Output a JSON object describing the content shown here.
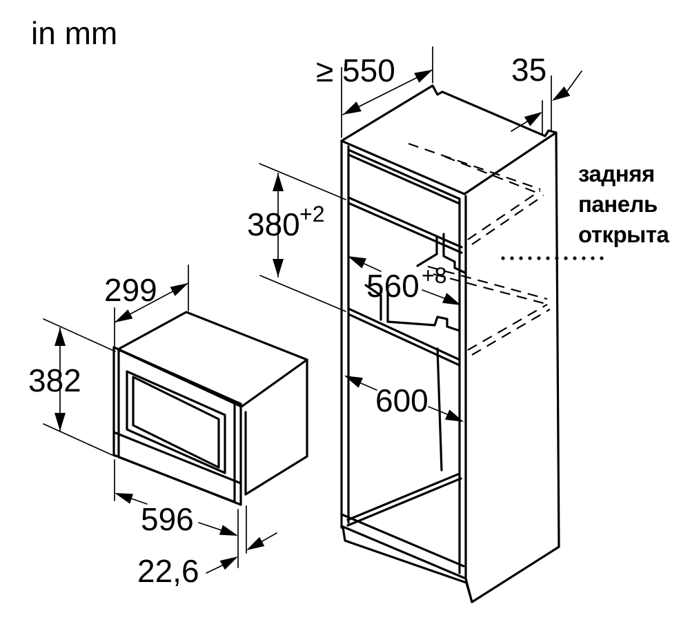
{
  "title": {
    "unit_label": "in mm"
  },
  "note": {
    "line1": "задняя",
    "line2": "панель",
    "line3": "открыта"
  },
  "dimensions": {
    "cabinet_depth": {
      "value": "≥ 550"
    },
    "rear_gap": {
      "value": "35"
    },
    "niche_height": {
      "value": "380",
      "tolerance": "+2"
    },
    "niche_width": {
      "value": "560",
      "tolerance": "+8"
    },
    "cabinet_width": {
      "value": "600"
    },
    "appliance_depth": {
      "value": "299"
    },
    "appliance_height": {
      "value": "382"
    },
    "appliance_width": {
      "value": "596"
    },
    "front_protrusion": {
      "value": "22,6"
    }
  },
  "colors": {
    "line": "#000000",
    "background": "#ffffff"
  }
}
